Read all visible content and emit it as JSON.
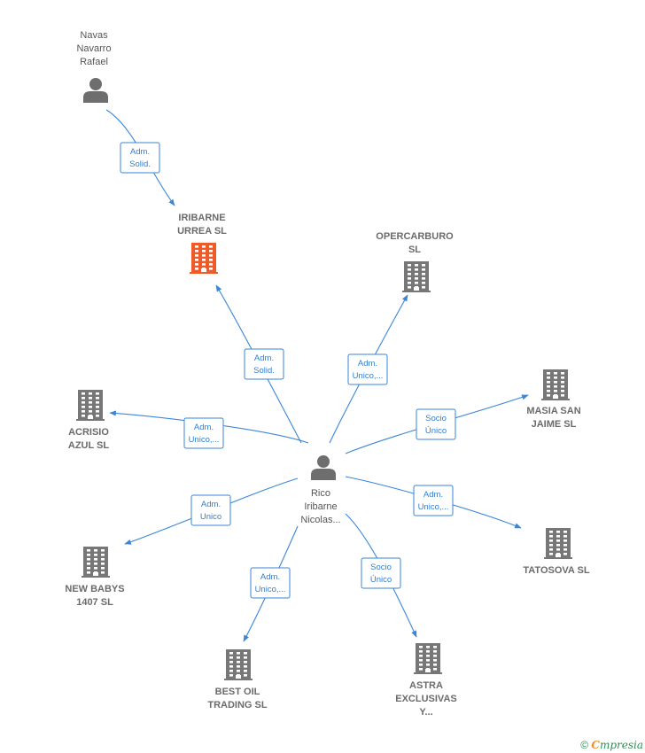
{
  "colors": {
    "edge": "#3a86d8",
    "company_icon": "#777777",
    "focus_company_icon": "#f05a28",
    "person_icon": "#6e6e6e"
  },
  "center": {
    "id": "rico",
    "lines": [
      "Rico",
      "Iribarne",
      "Nicolas..."
    ],
    "icon": "person-icon"
  },
  "nodes": [
    {
      "id": "navas",
      "type": "person",
      "lines": [
        "Navas",
        "Navarro",
        "Rafael"
      ],
      "icon": "person-icon"
    },
    {
      "id": "iribarne",
      "type": "focus-company",
      "lines": [
        "IRIBARNE",
        "URREA  SL"
      ],
      "icon": "building-icon"
    },
    {
      "id": "opercarburo",
      "type": "company",
      "lines": [
        "OPERCARBURO",
        "SL"
      ],
      "icon": "building-icon"
    },
    {
      "id": "masia",
      "type": "company",
      "lines": [
        "MASIA SAN",
        "JAIME SL"
      ],
      "icon": "building-icon"
    },
    {
      "id": "acrisio",
      "type": "company",
      "lines": [
        "ACRISIO",
        "AZUL  SL"
      ],
      "icon": "building-icon"
    },
    {
      "id": "tatosova",
      "type": "company",
      "lines": [
        "TATOSOVA  SL"
      ],
      "icon": "building-icon"
    },
    {
      "id": "newbabys",
      "type": "company",
      "lines": [
        "NEW BABYS",
        "1407  SL"
      ],
      "icon": "building-icon"
    },
    {
      "id": "bestoil",
      "type": "company",
      "lines": [
        "BEST OIL",
        "TRADING  SL"
      ],
      "icon": "building-icon"
    },
    {
      "id": "astra",
      "type": "company",
      "lines": [
        "ASTRA",
        "EXCLUSIVAS",
        "Y..."
      ],
      "icon": "building-icon"
    }
  ],
  "edges": [
    {
      "from": "navas",
      "to": "iribarne",
      "label": [
        "Adm.",
        "Solid."
      ]
    },
    {
      "from": "rico",
      "to": "iribarne",
      "label": [
        "Adm.",
        "Solid."
      ]
    },
    {
      "from": "rico",
      "to": "opercarburo",
      "label": [
        "Adm.",
        "Unico,..."
      ]
    },
    {
      "from": "rico",
      "to": "masia",
      "label": [
        "Socio",
        "Único"
      ]
    },
    {
      "from": "rico",
      "to": "acrisio",
      "label": [
        "Adm.",
        "Unico,..."
      ]
    },
    {
      "from": "rico",
      "to": "tatosova",
      "label": [
        "Adm.",
        "Unico,..."
      ]
    },
    {
      "from": "rico",
      "to": "newbabys",
      "label": [
        "Adm.",
        "Unico"
      ]
    },
    {
      "from": "rico",
      "to": "bestoil",
      "label": [
        "Adm.",
        "Unico,..."
      ]
    },
    {
      "from": "rico",
      "to": "astra",
      "label": [
        "Socio",
        "Único"
      ]
    }
  ],
  "footer": {
    "copyright": "©",
    "brand_first": "C",
    "brand_rest": "mpresia"
  }
}
